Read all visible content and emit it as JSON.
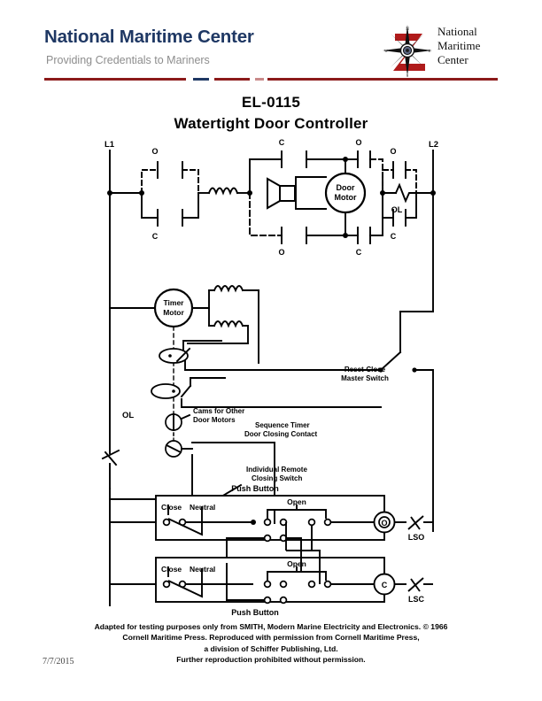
{
  "header": {
    "brand_title": "National Maritime Center",
    "tagline": "Providing Credentials to Mariners",
    "logo": {
      "icon": "compass-rose-icon",
      "line1": "National",
      "line2": "Maritime",
      "line3": "Center"
    },
    "divider_color": "#8C1A1A",
    "divider_accent_color": "#1F3864"
  },
  "document": {
    "code": "EL-0115",
    "title": "Watertight Door Controller",
    "date": "7/7/2015"
  },
  "diagram": {
    "power": {
      "left_rail": "L1",
      "right_rail": "L2"
    },
    "motor": {
      "line1": "Door",
      "line2": "Motor"
    },
    "timer": {
      "line1": "Timer",
      "line2": "Motor"
    },
    "contacts": {
      "open": "O",
      "close": "C",
      "overload": "OL"
    },
    "motor_bridge": {
      "top_left": "C",
      "top_right": "O",
      "bottom_left": "O",
      "bottom_right": "C"
    },
    "annotations": {
      "reset_close": [
        "Reset-Close",
        "Master Switch"
      ],
      "cams": [
        "Cams for Other",
        "Door Motors"
      ],
      "sequence_timer": [
        "Sequence Timer",
        "Door Closing Contact"
      ],
      "remote_switch": [
        "Individual Remote",
        "Closing Switch"
      ]
    },
    "push_buttons": {
      "caption_top": "Push Button",
      "caption_bottom": "Push Button",
      "close_label": "Close",
      "neutral_label": "Neutral",
      "open_label": "Open"
    },
    "coils": {
      "open_coil": "O",
      "close_coil": "C",
      "limit_switch_open": "LSO",
      "limit_switch_close": "LSC"
    }
  },
  "footer": {
    "attribution_line1": "Adapted for testing purposes only from SMITH, Modern Marine Electricity and Electronics. © 1966",
    "attribution_line2": "Cornell Maritime Press. Reproduced with permission from Cornell Maritime Press,",
    "attribution_line3": "a division of Schiffer Publishing, Ltd.",
    "attribution_line4": "Further reproduction prohibited without permission."
  }
}
